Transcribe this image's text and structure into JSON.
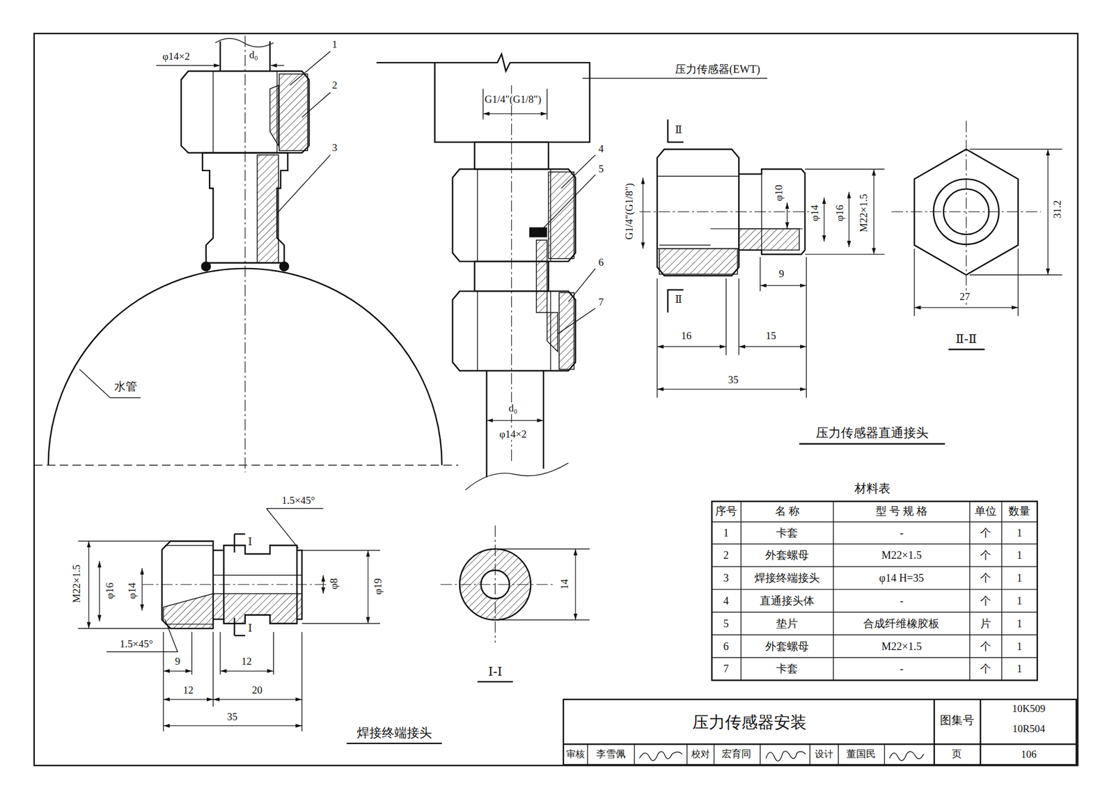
{
  "diagram": {
    "title": "压力传感器安装",
    "labels": [
      "φ14×2",
      "d₀",
      "1",
      "2",
      "3",
      "水管",
      "压力传感器(EWT)",
      "G1/4\"(G1/8\")",
      "4",
      "5",
      "6",
      "7",
      "d₀",
      "φ14×2",
      "Ⅱ",
      "Ⅱ",
      "G1/4\"(G1/8\")",
      "φ10",
      "φ14",
      "φ16",
      "M22×1.5",
      "9",
      "16",
      "15",
      "35",
      "31.2",
      "27",
      "Ⅱ-Ⅱ",
      "压力传感器直通接头",
      "1.5×45°",
      "M22×1.5",
      "φ16",
      "φ14",
      "φ8",
      "φ19",
      "Ⅰ",
      "Ⅰ",
      "1.5×45°",
      "9",
      "12",
      "12",
      "20",
      "35",
      "焊接终端接头",
      "14",
      "Ⅰ-Ⅰ",
      "材料表",
      "序号",
      "名 称",
      "型 号 规 格",
      "单位",
      "数量",
      "1",
      "卡套",
      "-",
      "个",
      "1",
      "2",
      "外套螺母",
      "M22×1.5",
      "个",
      "1",
      "3",
      "焊接终端接头",
      "φ14 H=35",
      "个",
      "1",
      "4",
      "直通接头体",
      "-",
      "个",
      "1",
      "5",
      "垫片",
      "合成纤维橡胶板",
      "片",
      "1",
      "6",
      "外套螺母",
      "M22×1.5",
      "个",
      "1",
      "7",
      "卡套",
      "-",
      "个",
      "1",
      "图集号",
      "10K509",
      "10R504",
      "审核",
      "李雪佩",
      "校对",
      "宏育同",
      "设计",
      "董国民",
      "页",
      "106"
    ]
  }
}
